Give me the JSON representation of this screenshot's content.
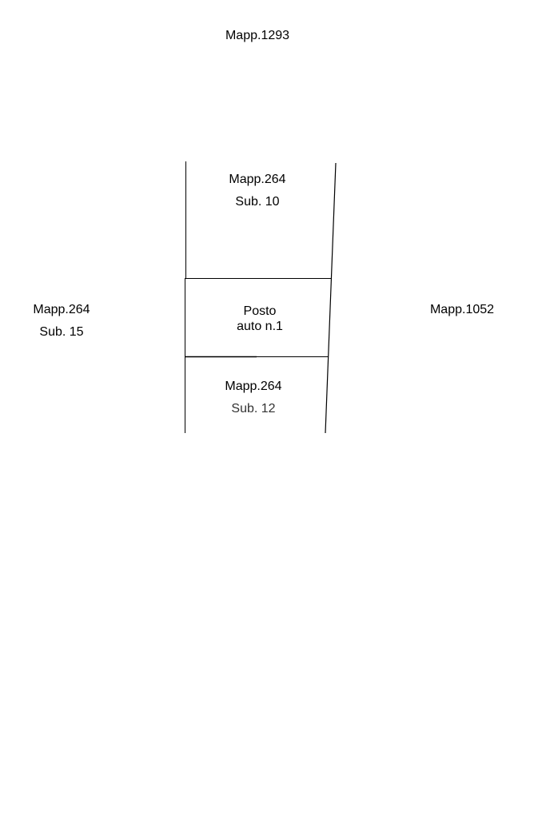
{
  "labels": {
    "north": "Mapp.1293",
    "unit_above": {
      "line1": "Mapp.264",
      "line2": "Sub. 10"
    },
    "west": {
      "line1": "Mapp.264",
      "line2": "Sub. 15"
    },
    "parking_space": {
      "line1": "Posto",
      "line2": "auto n.1"
    },
    "east": "Mapp.1052",
    "unit_below": {
      "line1": "Mapp.264",
      "line2": "Sub. 12"
    }
  },
  "colors": {
    "line": "#000000",
    "text": "#000000",
    "secondary_text": "#333333",
    "background": "#ffffff"
  }
}
